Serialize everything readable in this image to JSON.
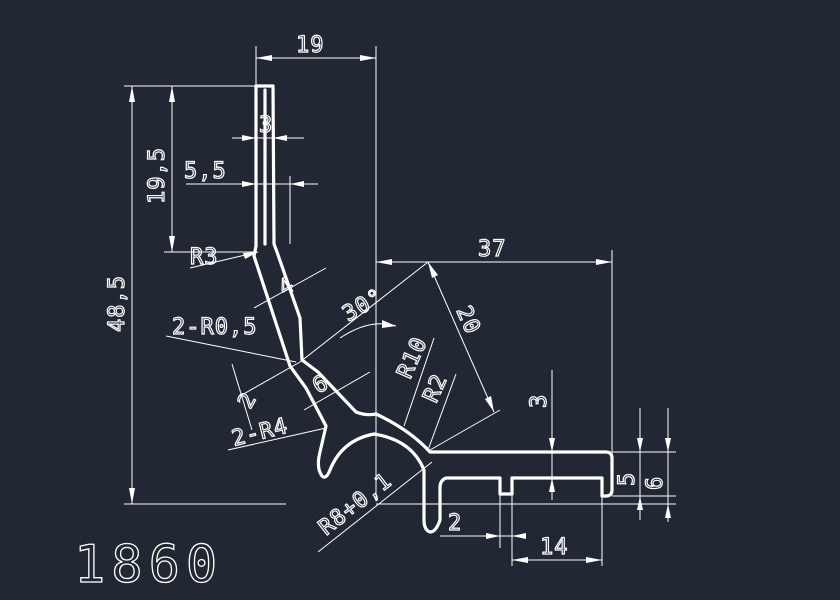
{
  "drawing": {
    "part_number": "1860",
    "dimensions": {
      "d19": "19",
      "d3_top": "3",
      "d19_5": "19,5",
      "d5_5": "5,5",
      "d48_5": "48,5",
      "r3": "R3",
      "d4": "4",
      "r0_5": "2-R0,5",
      "d2_left": "2",
      "r4": "2-R4",
      "d6_mid": "6",
      "a30": "30°",
      "d37": "37",
      "d20": "20",
      "r10": "R10",
      "r2": "R2",
      "d3_right": "3",
      "r8": "R8+0,1",
      "d5": "5",
      "d6_right": "6",
      "d2_bottom": "2",
      "d14": "14"
    },
    "colors": {
      "background": "#212834",
      "lines": "#ffffff"
    }
  }
}
